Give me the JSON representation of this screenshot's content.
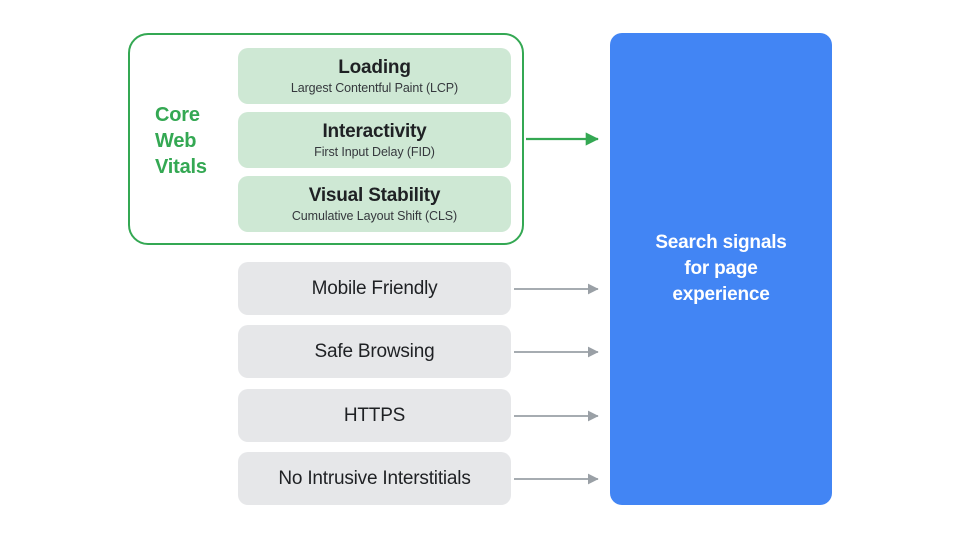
{
  "diagram": {
    "title": "Search signals for page experience",
    "colors": {
      "green_accent": "#34a853",
      "green_card_fill": "#cee8d4",
      "gray_card_fill": "#e6e7e9",
      "blue_panel": "#4285f4",
      "arrow_gray": "#9aa0a6",
      "text_dark": "#1f2124",
      "background": "#ffffff"
    },
    "core_web_vitals": {
      "group_label": "Core\nWeb\nVitals",
      "group_label_lines": [
        "Core",
        "Web",
        "Vitals"
      ],
      "cards": [
        {
          "title": "Loading",
          "subtitle": "Largest Contentful Paint (LCP)"
        },
        {
          "title": "Interactivity",
          "subtitle": "First Input Delay (FID)"
        },
        {
          "title": "Visual Stability",
          "subtitle": "Cumulative Layout Shift (CLS)"
        }
      ]
    },
    "other_signals": [
      {
        "label": "Mobile Friendly"
      },
      {
        "label": "Safe Browsing"
      },
      {
        "label": "HTTPS"
      },
      {
        "label": "No Intrusive Interstitials"
      }
    ],
    "outcome": {
      "text": "Search signals\nfor page\nexperience",
      "lines": [
        "Search signals",
        "for page",
        "experience"
      ]
    },
    "arrows": [
      {
        "name": "arrow-core-web-vitals",
        "color": "#34a853"
      },
      {
        "name": "arrow-mobile-friendly",
        "color": "#9aa0a6"
      },
      {
        "name": "arrow-safe-browsing",
        "color": "#9aa0a6"
      },
      {
        "name": "arrow-https",
        "color": "#9aa0a6"
      },
      {
        "name": "arrow-no-intrusive-interstitials",
        "color": "#9aa0a6"
      }
    ]
  }
}
